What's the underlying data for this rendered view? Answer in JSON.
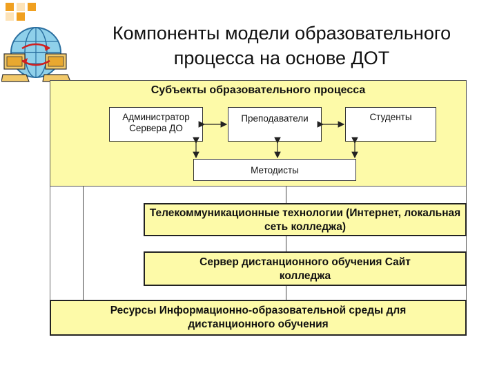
{
  "title": "Компоненты модели образовательного процесса на основе ДОТ",
  "subjects": {
    "title": "Субъекты образовательного процесса",
    "admin": "Администратор Сервера ДО",
    "teachers": "Преподаватели",
    "students": "Студенты",
    "methodists": "Методисты"
  },
  "telecom": "Телекоммуникационные технологии (Интернет, локальная сеть колледжа)",
  "server": "Сервер дистанционного обучения Сайт колледжа",
  "resources": "Ресурсы Информационно-образовательной среды для дистанционного обучения",
  "colors": {
    "band": "#fdfaa8",
    "corner_orange": "#f0a020",
    "corner_light": "#fde3b8"
  }
}
